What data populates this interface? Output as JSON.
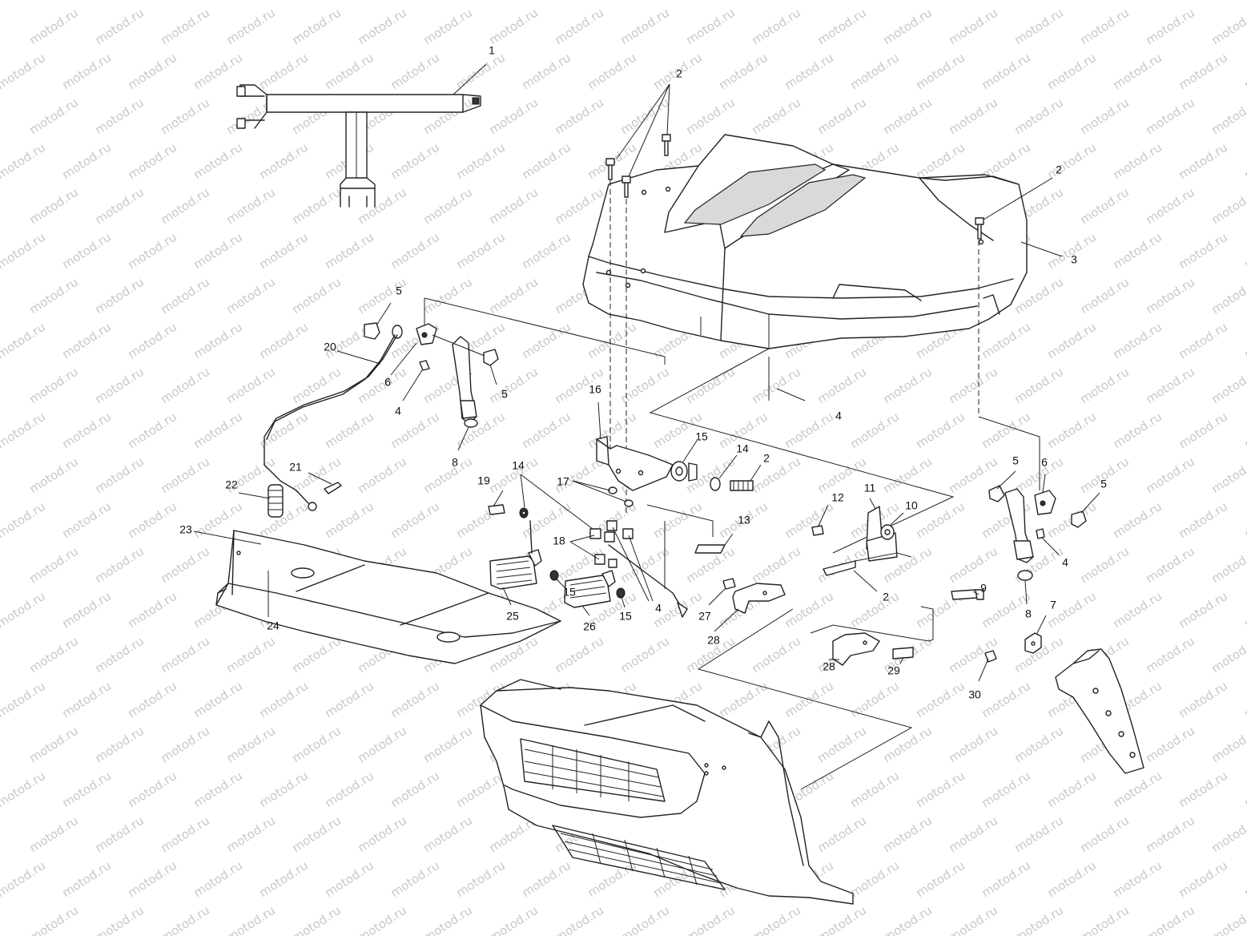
{
  "watermark": "motod.ru",
  "callouts": [
    {
      "id": "c1",
      "label": "1"
    },
    {
      "id": "c2a",
      "label": "2"
    },
    {
      "id": "c2b",
      "label": "2"
    },
    {
      "id": "c2c",
      "label": "2"
    },
    {
      "id": "c2d",
      "label": "2"
    },
    {
      "id": "c3",
      "label": "3"
    },
    {
      "id": "c4a",
      "label": "4"
    },
    {
      "id": "c4b",
      "label": "4"
    },
    {
      "id": "c4c",
      "label": "4"
    },
    {
      "id": "c4d",
      "label": "4"
    },
    {
      "id": "c5a",
      "label": "5"
    },
    {
      "id": "c5b",
      "label": "5"
    },
    {
      "id": "c5c",
      "label": "5"
    },
    {
      "id": "c5d",
      "label": "5"
    },
    {
      "id": "c6a",
      "label": "6"
    },
    {
      "id": "c6b",
      "label": "6"
    },
    {
      "id": "c7",
      "label": "7"
    },
    {
      "id": "c8a",
      "label": "8"
    },
    {
      "id": "c8b",
      "label": "8"
    },
    {
      "id": "c9",
      "label": "9"
    },
    {
      "id": "c10",
      "label": "10"
    },
    {
      "id": "c11",
      "label": "11"
    },
    {
      "id": "c12",
      "label": "12"
    },
    {
      "id": "c13",
      "label": "13"
    },
    {
      "id": "c14a",
      "label": "14"
    },
    {
      "id": "c14b",
      "label": "14"
    },
    {
      "id": "c15a",
      "label": "15"
    },
    {
      "id": "c15b",
      "label": "15"
    },
    {
      "id": "c15c",
      "label": "15"
    },
    {
      "id": "c16",
      "label": "16"
    },
    {
      "id": "c17",
      "label": "17"
    },
    {
      "id": "c18",
      "label": "18"
    },
    {
      "id": "c19",
      "label": "19"
    },
    {
      "id": "c20",
      "label": "20"
    },
    {
      "id": "c21",
      "label": "21"
    },
    {
      "id": "c22",
      "label": "22"
    },
    {
      "id": "c23",
      "label": "23"
    },
    {
      "id": "c24",
      "label": "24"
    },
    {
      "id": "c25",
      "label": "25"
    },
    {
      "id": "c26",
      "label": "26"
    },
    {
      "id": "c27",
      "label": "27"
    },
    {
      "id": "c28a",
      "label": "28"
    },
    {
      "id": "c28b",
      "label": "28"
    },
    {
      "id": "c29",
      "label": "29"
    },
    {
      "id": "c30",
      "label": "30"
    }
  ]
}
